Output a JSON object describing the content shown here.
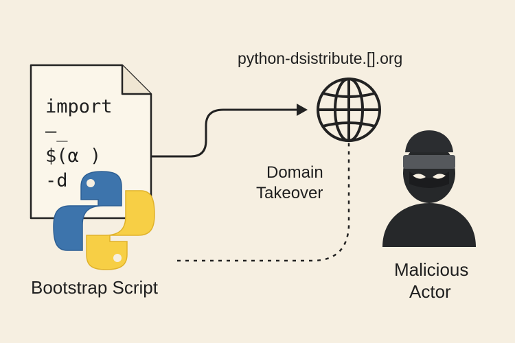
{
  "script": {
    "code_lines": [
      "import",
      "—_",
      "$(α )",
      "-d"
    ],
    "caption": "Bootstrap Script"
  },
  "domain": {
    "url": "python-dsistribute.[].org",
    "label_line1": "Domain",
    "label_line2": "Takeover"
  },
  "actor": {
    "label_line1": "Malicious",
    "label_line2": "Actor"
  },
  "icons": {
    "document": "document-icon",
    "python": "python-logo-icon",
    "globe": "globe-icon",
    "hacker": "masked-hacker-icon"
  },
  "colors": {
    "background": "#f6efe1",
    "ink": "#1f1f1f",
    "python_blue": "#3d74ac",
    "python_yellow": "#f7cf45"
  }
}
